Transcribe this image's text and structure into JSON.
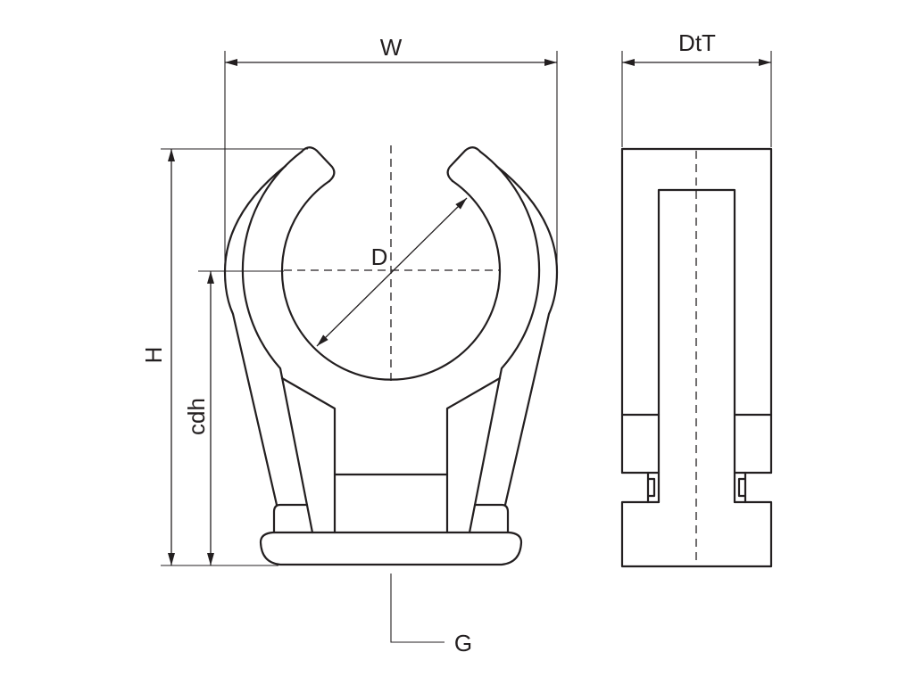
{
  "front_view": {
    "dimension_labels": {
      "width": "W",
      "height": "H",
      "center_height": "cdh",
      "diameter": "D",
      "base_reference": "G"
    }
  },
  "side_view": {
    "dimension_labels": {
      "depth": "DtT"
    }
  },
  "colors": {
    "line": "#231f20",
    "background": "#ffffff"
  }
}
